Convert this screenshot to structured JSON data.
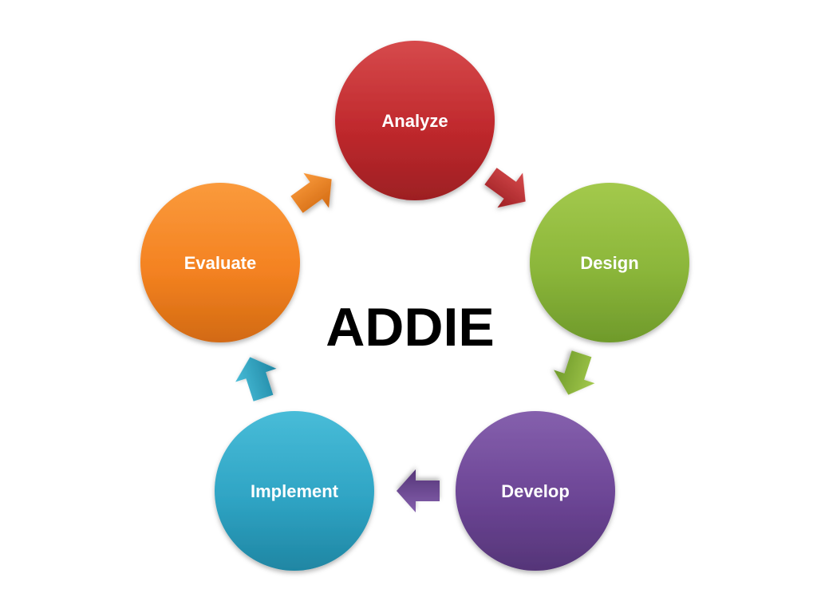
{
  "title": "ADDIE",
  "phases": [
    {
      "label": "Analyze",
      "color": "#c0292d",
      "color_light": "#d64a4c",
      "color_dark": "#9d1f23"
    },
    {
      "label": "Design",
      "color": "#8bb63a",
      "color_light": "#a3c94c",
      "color_dark": "#6f9a2b"
    },
    {
      "label": "Develop",
      "color": "#6c4595",
      "color_light": "#8560ad",
      "color_dark": "#553578"
    },
    {
      "label": "Implement",
      "color": "#2fa4c4",
      "color_light": "#48bcd8",
      "color_dark": "#1f86a3"
    },
    {
      "label": "Evaluate",
      "color": "#f48221",
      "color_light": "#fa9a3c",
      "color_dark": "#d26a12"
    }
  ],
  "arrow_icon": "arrow-right-icon"
}
